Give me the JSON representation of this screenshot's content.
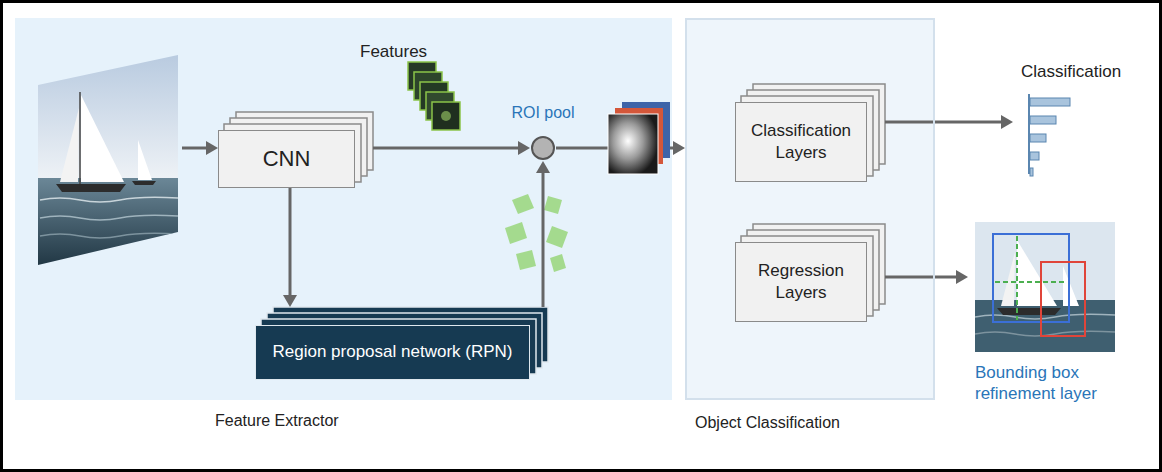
{
  "diagram": {
    "nodes": [
      {
        "text": [
          "Feature Extractor"
        ]
      },
      {
        "text": [
          "CNN"
        ],
        "in": 0
      },
      {
        "text": [
          "ROI pool"
        ],
        "in": 0
      },
      {
        "text": [
          "Region proposal network (RPN)"
        ],
        "in": 0
      },
      {
        "text": [
          "Object Classification"
        ]
      },
      {
        "text": [
          "Classification Layers"
        ],
        "in": 4
      },
      {
        "text": [
          "Regression Layers"
        ],
        "in": 4
      },
      {
        "text": [
          "Classification"
        ]
      },
      {
        "text": [
          "Bounding box refinement layer"
        ]
      }
    ],
    "edges": [
      {
        "from": 1,
        "to": 2,
        "arrow": "to"
      },
      {
        "from": 1,
        "to": 3,
        "arrow": "to"
      },
      {
        "from": 3,
        "to": 2,
        "arrow": "to"
      },
      {
        "from": 2,
        "to": 4,
        "arrow": "to"
      },
      {
        "from": 5,
        "to": 7,
        "arrow": "to"
      },
      {
        "from": 6,
        "to": 8,
        "arrow": "to"
      }
    ],
    "labels": [
      "Features"
    ]
  }
}
